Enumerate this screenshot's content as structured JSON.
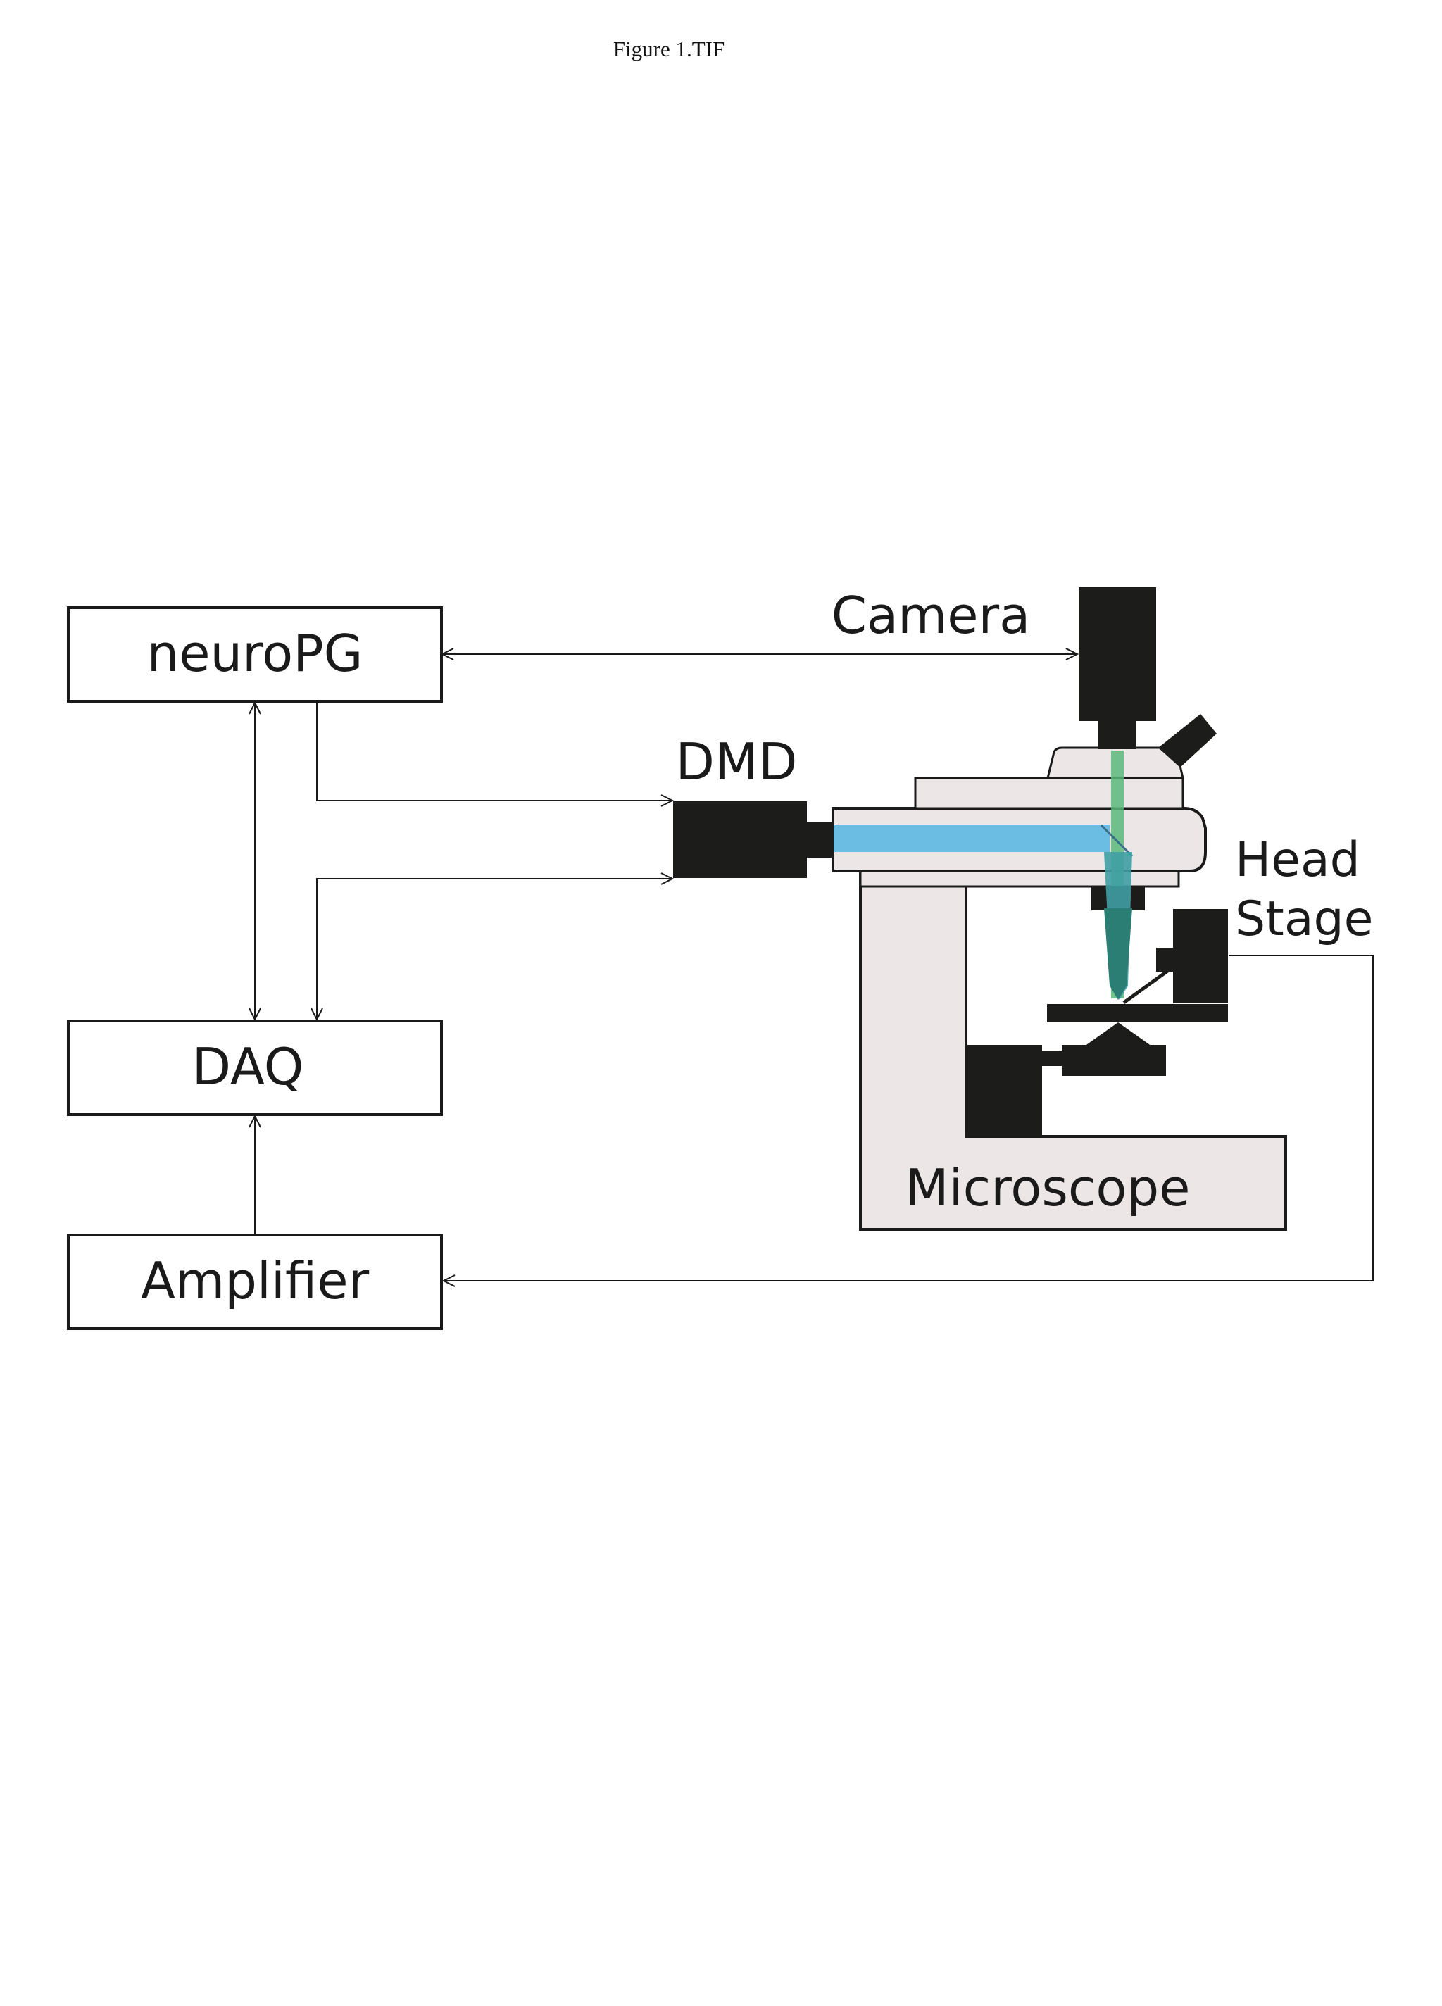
{
  "header": {
    "title": "Figure 1.TIF"
  },
  "diagram": {
    "boxes": {
      "neuropg": "neuroPG",
      "daq": "DAQ",
      "amplifier": "Amplifier"
    },
    "labels": {
      "camera": "Camera",
      "dmd": "DMD",
      "head_stage_line1": "Head",
      "head_stage_line2": "Stage",
      "microscope": "Microscope"
    },
    "colors": {
      "device_dark": "#1c1c1a",
      "microscope_body": "#ece6e6",
      "excitation_light": "#6bbde3",
      "emission_light": "#5bb87a",
      "stroke": "#1a1a1a"
    }
  }
}
